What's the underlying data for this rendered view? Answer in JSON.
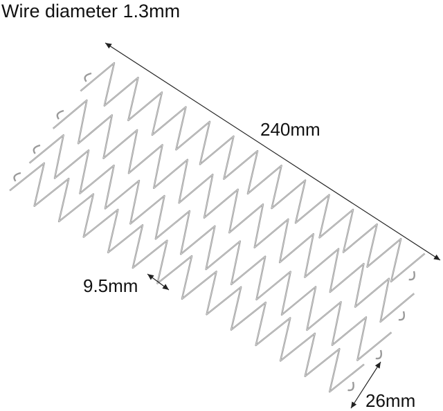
{
  "title": "Wire diameter 1.3mm",
  "dimensions": {
    "length": "240mm",
    "pitch": "9.5mm",
    "width": "26mm"
  },
  "springs": {
    "count": 4,
    "wire_color": "#9a9a9a",
    "highlight_color": "#d8d8d8"
  },
  "colors": {
    "background": "#ffffff",
    "text": "#111111",
    "dimension_line": "#222222"
  }
}
